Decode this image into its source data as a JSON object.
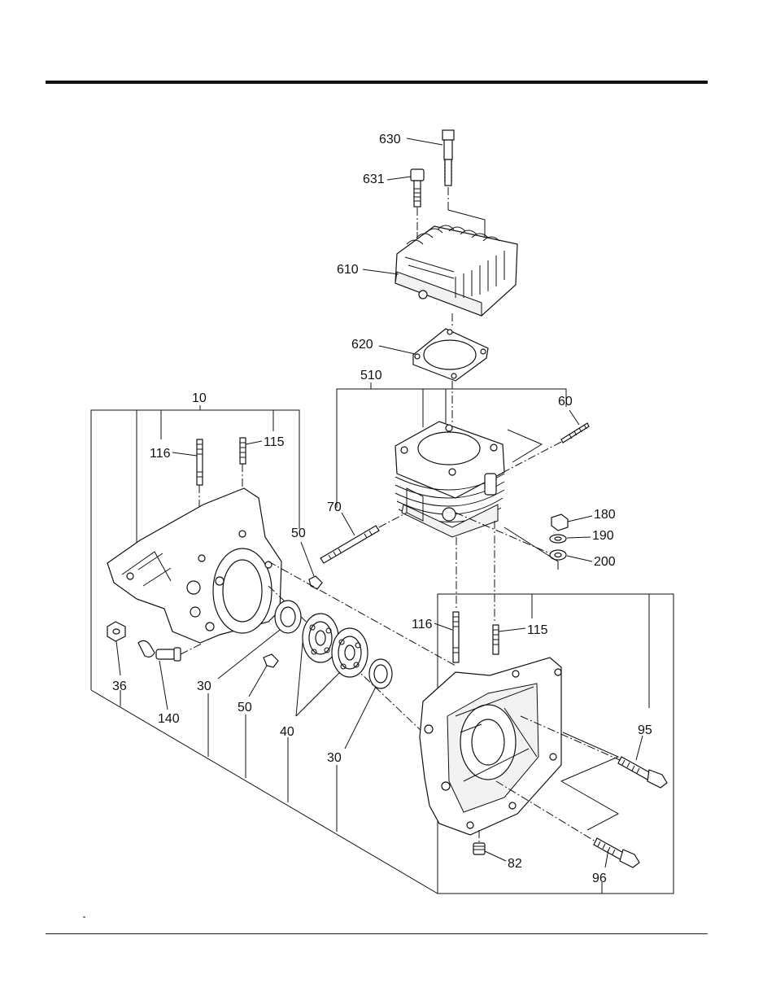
{
  "labels": {
    "l630": "630",
    "l631": "631",
    "l610": "610",
    "l620": "620",
    "l510": "510",
    "l60": "60",
    "l10": "10",
    "l116a": "116",
    "l115a": "115",
    "l70": "70",
    "l50a": "50",
    "l180": "180",
    "l190": "190",
    "l200": "200",
    "l116b": "116",
    "l115b": "115",
    "l36": "36",
    "l30a": "30",
    "l50b": "50",
    "l140": "140",
    "l40": "40",
    "l30b": "30",
    "l95": "95",
    "l96": "96",
    "l82": "82"
  }
}
